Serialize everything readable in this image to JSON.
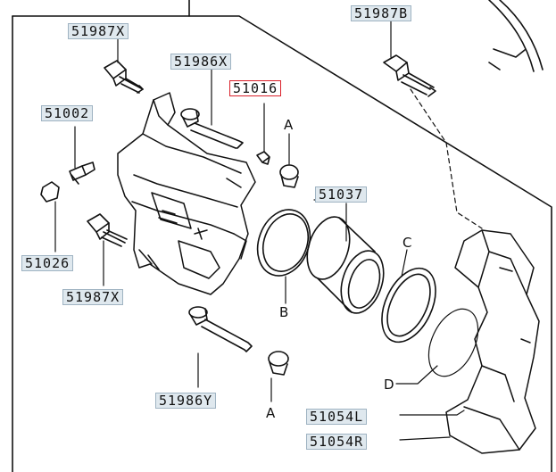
{
  "diagram": {
    "part_labels": [
      {
        "id": "p1",
        "text": "51987X",
        "style": "boxed"
      },
      {
        "id": "p2",
        "text": "51987B",
        "style": "boxed"
      },
      {
        "id": "p3",
        "text": "51986X",
        "style": "boxed"
      },
      {
        "id": "p4",
        "text": "51016",
        "style": "highlight"
      },
      {
        "id": "p5",
        "text": "51002",
        "style": "boxed"
      },
      {
        "id": "p6",
        "text": "51037",
        "style": "boxed"
      },
      {
        "id": "p7",
        "text": "51026",
        "style": "boxed"
      },
      {
        "id": "p8",
        "text": "51987X",
        "style": "boxed"
      },
      {
        "id": "p9",
        "text": "51986Y",
        "style": "boxed"
      },
      {
        "id": "p10",
        "text": "51054L",
        "style": "boxed"
      },
      {
        "id": "p11",
        "text": "51054R",
        "style": "boxed"
      }
    ],
    "callout_letters": [
      {
        "id": "l1",
        "text": "A"
      },
      {
        "id": "l2",
        "text": "B"
      },
      {
        "id": "l3",
        "text": "C"
      },
      {
        "id": "l4",
        "text": "D"
      },
      {
        "id": "l5",
        "text": "A"
      }
    ],
    "colors": {
      "highlight": "#d9202a",
      "label_bg": "#dfe8ee",
      "line": "#111111"
    }
  }
}
